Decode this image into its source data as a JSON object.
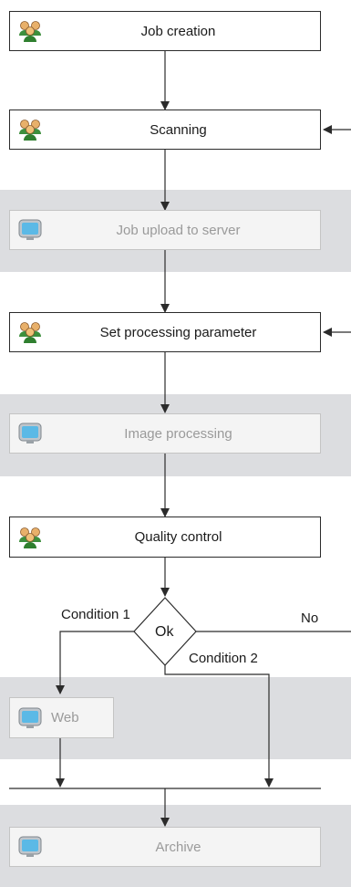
{
  "steps": {
    "job_creation": "Job creation",
    "scanning": "Scanning",
    "job_upload": "Job upload to server",
    "set_parameter": "Set processing parameter",
    "image_processing": "Image processing",
    "quality_control": "Quality control",
    "web": "Web",
    "archive": "Archive"
  },
  "decision": {
    "label": "Ok",
    "condition1": "Condition 1",
    "condition2": "Condition 2",
    "no": "No"
  },
  "icons": {
    "human": "people-group-icon",
    "system": "monitor-icon"
  },
  "colors": {
    "band": "#dcdde0",
    "system_text": "#9a9a9a",
    "line": "#2b2b2b"
  }
}
